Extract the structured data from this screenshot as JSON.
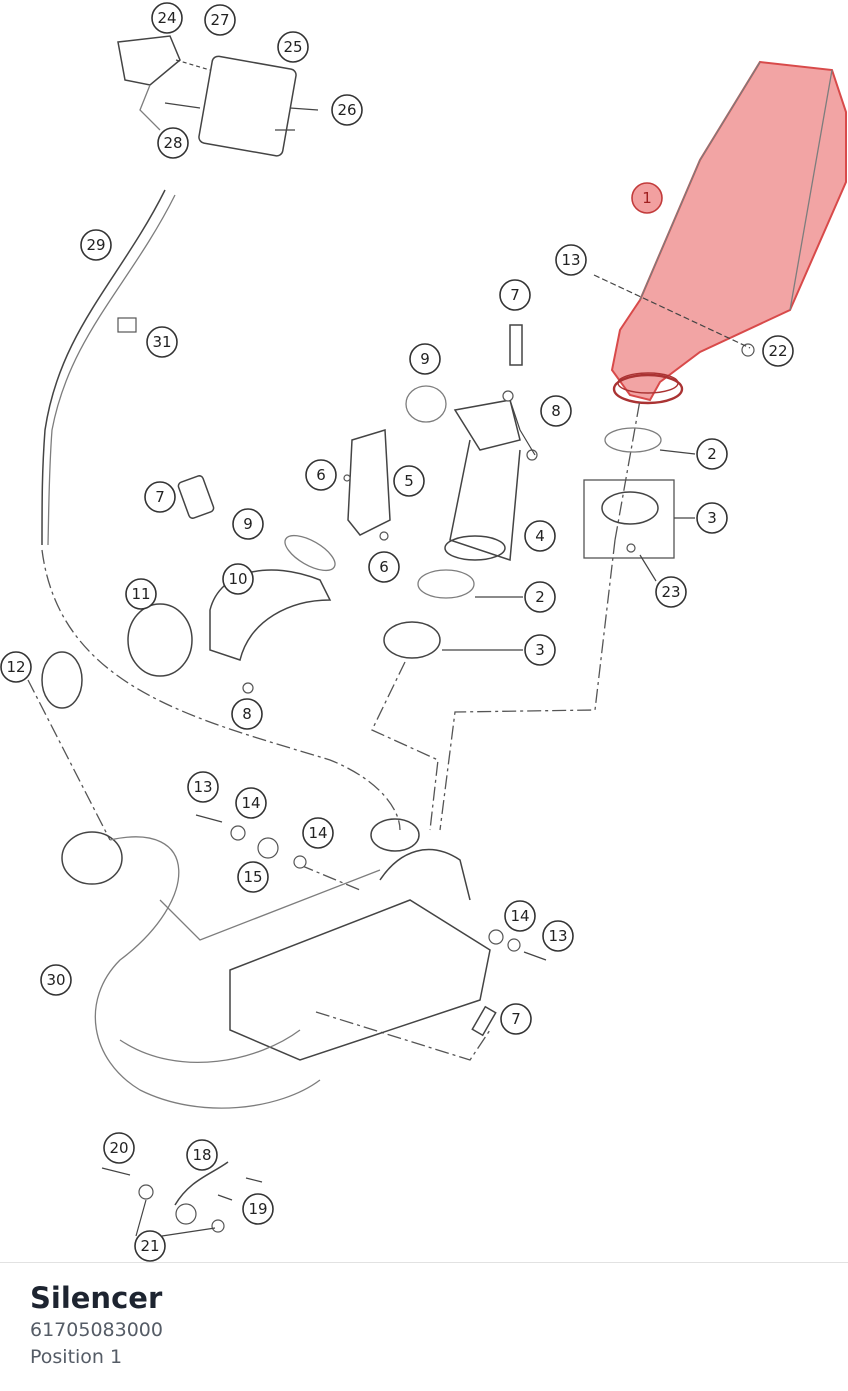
{
  "highlight_color": "#e85a5a",
  "diagram": {
    "callouts": [
      {
        "label": "1",
        "highlight": true
      },
      {
        "label": "2"
      },
      {
        "label": "2"
      },
      {
        "label": "3"
      },
      {
        "label": "3"
      },
      {
        "label": "4"
      },
      {
        "label": "5"
      },
      {
        "label": "6"
      },
      {
        "label": "6"
      },
      {
        "label": "7"
      },
      {
        "label": "7"
      },
      {
        "label": "7"
      },
      {
        "label": "8"
      },
      {
        "label": "8"
      },
      {
        "label": "9"
      },
      {
        "label": "9"
      },
      {
        "label": "10"
      },
      {
        "label": "11"
      },
      {
        "label": "12"
      },
      {
        "label": "13"
      },
      {
        "label": "13"
      },
      {
        "label": "13"
      },
      {
        "label": "14"
      },
      {
        "label": "14"
      },
      {
        "label": "14"
      },
      {
        "label": "15"
      },
      {
        "label": "18"
      },
      {
        "label": "19"
      },
      {
        "label": "20"
      },
      {
        "label": "21"
      },
      {
        "label": "22"
      },
      {
        "label": "23"
      },
      {
        "label": "24"
      },
      {
        "label": "25"
      },
      {
        "label": "26"
      },
      {
        "label": "27"
      },
      {
        "label": "28"
      },
      {
        "label": "29"
      },
      {
        "label": "30"
      },
      {
        "label": "31"
      }
    ]
  },
  "part_info": {
    "name": "Silencer",
    "number": "61705083000",
    "position": "Position 1"
  }
}
